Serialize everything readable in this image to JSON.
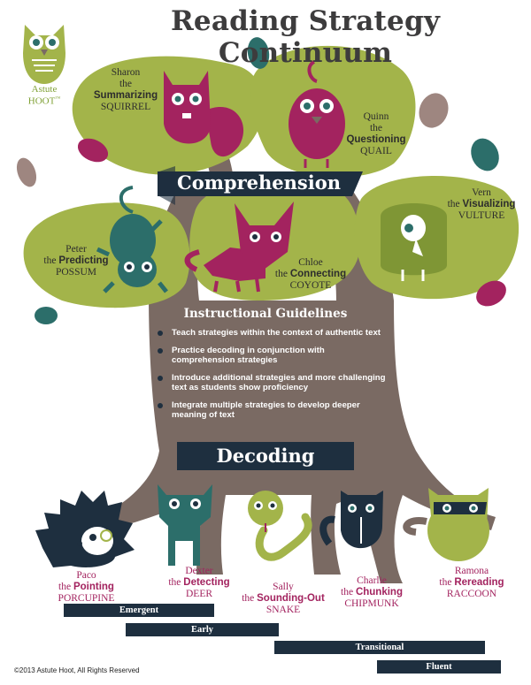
{
  "title": "Reading Strategy Continuum",
  "logo": {
    "line1": "Astute",
    "line2": "HOOT",
    "mark": "™"
  },
  "comprehension_banner": "Comprehension",
  "decoding_banner": "Decoding",
  "comprehension_animals": [
    {
      "name": "Sharon",
      "the": "the",
      "strategy": "Summarizing",
      "animal": "SQUIRREL"
    },
    {
      "name": "Quinn",
      "the": "the",
      "strategy": "Questioning",
      "animal": "QUAIL"
    },
    {
      "name": "Vern",
      "the": "the",
      "strategy": "Visualizing",
      "animal": "VULTURE"
    },
    {
      "name": "Peter",
      "the": "the",
      "strategy": "Predicting",
      "animal": "POSSUM"
    },
    {
      "name": "Chloe",
      "the": "the",
      "strategy": "Connecting",
      "animal": "COYOTE"
    }
  ],
  "guidelines": {
    "title": "Instructional Guidelines",
    "items": [
      "Teach strategies within the context of authentic text",
      "Practice decoding in conjunction with comprehension strategies",
      "Introduce additional strategies and more challenging text as students show proficiency",
      "Integrate multiple strategies to develop deeper meaning of text"
    ]
  },
  "decoding_animals": [
    {
      "name": "Paco",
      "the": "the",
      "strategy": "Pointing",
      "animal": "PORCUPINE"
    },
    {
      "name": "Dexter",
      "the": "the",
      "strategy": "Detecting",
      "animal": "DEER"
    },
    {
      "name": "Sally",
      "the": "the",
      "strategy": "Sounding-Out",
      "animal": "SNAKE"
    },
    {
      "name": "Charlie",
      "the": "the",
      "strategy": "Chunking",
      "animal": "CHIPMUNK"
    },
    {
      "name": "Ramona",
      "the": "the",
      "strategy": "Rereading",
      "animal": "RACCOON"
    }
  ],
  "stages": [
    "Emergent",
    "Early",
    "Transitional",
    "Fluent"
  ],
  "copyright": "©2013 Astute Hoot, All Rights Reserved",
  "colors": {
    "trunk": "#7a6a63",
    "leaf_green": "#a3b44a",
    "navy": "#1e2f3f",
    "magenta": "#a3235f",
    "teal": "#2c6e6a",
    "taupe": "#9e8680"
  }
}
